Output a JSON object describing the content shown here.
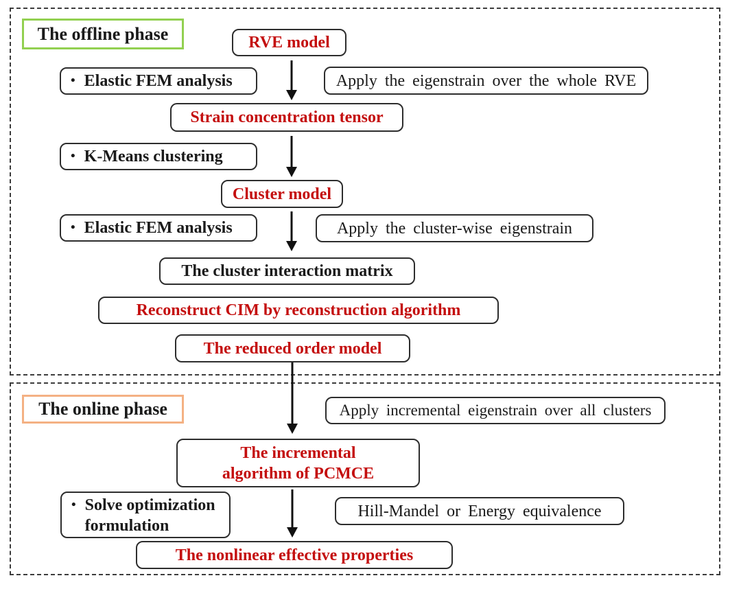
{
  "colors": {
    "red_text": "#c40e0e",
    "black_text": "#1a1a1a",
    "offline_border": "#92d050",
    "online_border": "#f4b183",
    "node_border": "#2d2d2d",
    "arrow_color": "#111111",
    "dash_color": "#3c3c3c",
    "bg": "#ffffff"
  },
  "bullet": "•",
  "phases": {
    "offline": {
      "label": "The offline phase"
    },
    "online": {
      "label": "The online phase"
    }
  },
  "nodes": {
    "rve_model": {
      "text": "RVE model"
    },
    "elastic_fem_1": {
      "text": "Elastic FEM analysis"
    },
    "apply_eigenstrain_rve": {
      "text": "Apply the eigenstrain over the whole RVE"
    },
    "strain_concentration_tensor": {
      "text": "Strain concentration tensor"
    },
    "kmeans_clustering": {
      "text": "K-Means clustering"
    },
    "cluster_model": {
      "text": "Cluster model"
    },
    "elastic_fem_2": {
      "text": "Elastic FEM analysis"
    },
    "apply_clusterwise_eigenstrain": {
      "text": "Apply the cluster-wise eigenstrain"
    },
    "cluster_interaction_matrix": {
      "text": "The cluster interaction matrix"
    },
    "reconstruct_cim": {
      "text": "Reconstruct CIM by reconstruction algorithm"
    },
    "reduced_order_model": {
      "text": "The reduced order model"
    },
    "apply_incremental_eigenstrain": {
      "text": "Apply incremental eigenstrain over all clusters"
    },
    "incremental_algorithm": {
      "line1": "The incremental",
      "line2": "algorithm of PCMCE"
    },
    "solve_optimization": {
      "line1": "Solve optimization",
      "line2": "formulation"
    },
    "hill_mandel": {
      "text": "Hill-Mandel or Energy equivalence"
    },
    "nonlinear_properties": {
      "text": "The nonlinear effective properties"
    }
  }
}
